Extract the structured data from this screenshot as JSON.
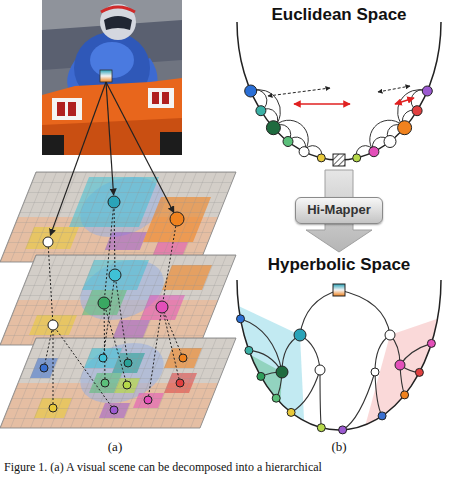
{
  "diagram": {
    "caption": "Figure 1. (a) A visual scene can be decomposed into a hierarchical",
    "nodes": [
      {
        "text": [
          "Hi-Mapper"
        ]
      }
    ],
    "labels": [
      "Euclidean Space",
      "Hyperbolic Space",
      "(a)",
      "(b)"
    ]
  }
}
